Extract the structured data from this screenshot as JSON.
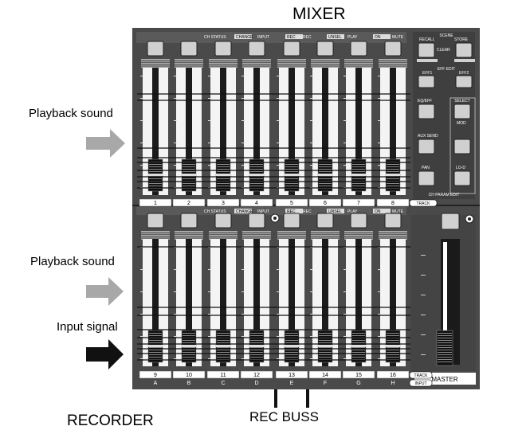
{
  "title": "MIXER",
  "labels": {
    "playback_top": "Playback sound",
    "playback_bottom": "Playback sound",
    "input_signal": "Input signal",
    "recorder": "RECORDER",
    "rec_buss": "REC BUSS"
  },
  "top_panel": {
    "status_header": "CH STATUS",
    "status_modes": [
      "CHANGE",
      "INPUT",
      "REC",
      "REC",
      "UNSEL",
      "PLAY",
      "ON",
      "MUTE"
    ],
    "channels": [
      "1",
      "2",
      "3",
      "4",
      "5",
      "6",
      "7",
      "8"
    ],
    "row_tag": "TRACK",
    "side": {
      "group1": "SCENE",
      "recall": "RECALL",
      "store": "STORE",
      "clear": "CLEAR",
      "group2": "EFF EDIT",
      "eff1": "EFF1",
      "eff2": "EFF2",
      "group3": "SELECT",
      "eq_eff": "EQ/EFF",
      "aux": "AUX SEND",
      "pan": "PAN",
      "mod": "MOD",
      "lo_hi": "LO-D",
      "footer": "CH PARAM EDIT"
    }
  },
  "bottom_panel": {
    "status_header": "CH STATUS",
    "status_modes": [
      "CHANGE",
      "INPUT",
      "REC",
      "REC",
      "UNSEL",
      "PLAY",
      "ON",
      "MUTE"
    ],
    "channels": [
      "9",
      "10",
      "11",
      "12",
      "13",
      "14",
      "15",
      "16"
    ],
    "inputs": [
      "A",
      "B",
      "C",
      "D",
      "E",
      "F",
      "G",
      "H"
    ],
    "track_tag": "TRACK",
    "input_tag": "INPUT",
    "master": "MASTER"
  },
  "colors": {
    "panel": "#4a4a4a",
    "panel_dark": "#2b2b2b",
    "button": "#d0d0d0",
    "arrow_grey": "#a8a8a8",
    "arrow_dark": "#111111"
  }
}
